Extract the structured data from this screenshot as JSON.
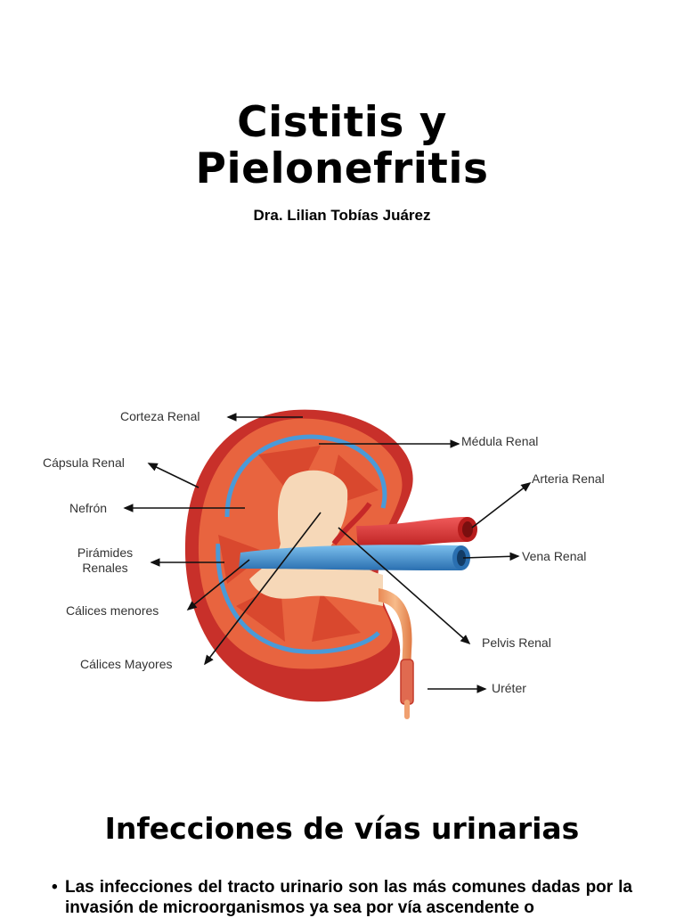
{
  "slide1": {
    "title_lines": [
      "Cistitis y",
      "Pielonefritis"
    ],
    "author": "Dra. Lilian Tobías Juárez",
    "figure": {
      "subject": "kidney-cross-section",
      "labels": {
        "corteza": "Corteza Renal",
        "capsula": "Cápsula Renal",
        "nefron": "Nefrón",
        "piramides_1": "Pirámides",
        "piramides_2": "Renales",
        "calices_menores": "Cálices menores",
        "calices_mayores": "Cálices Mayores",
        "medula": "Médula Renal",
        "arteria": "Arteria Renal",
        "vena": "Vena Renal",
        "pelvis": "Pelvis Renal",
        "ureter": "Uréter"
      },
      "colors": {
        "capsule": "#c8302a",
        "cortex": "#e0553a",
        "medulla": "#d9482e",
        "pelvis": "#f6d8b8",
        "artery": "#d32f2f",
        "vein": "#3a8fd0",
        "ureter": "#f0a070"
      }
    }
  },
  "slide2": {
    "heading": "Infecciones de vías urinarias",
    "bullets": [
      "Las infecciones del tracto urinario son las más comunes dadas por la invasión de microorganismos ya sea por vía ascendente o"
    ],
    "bullet_glyph": "•"
  }
}
